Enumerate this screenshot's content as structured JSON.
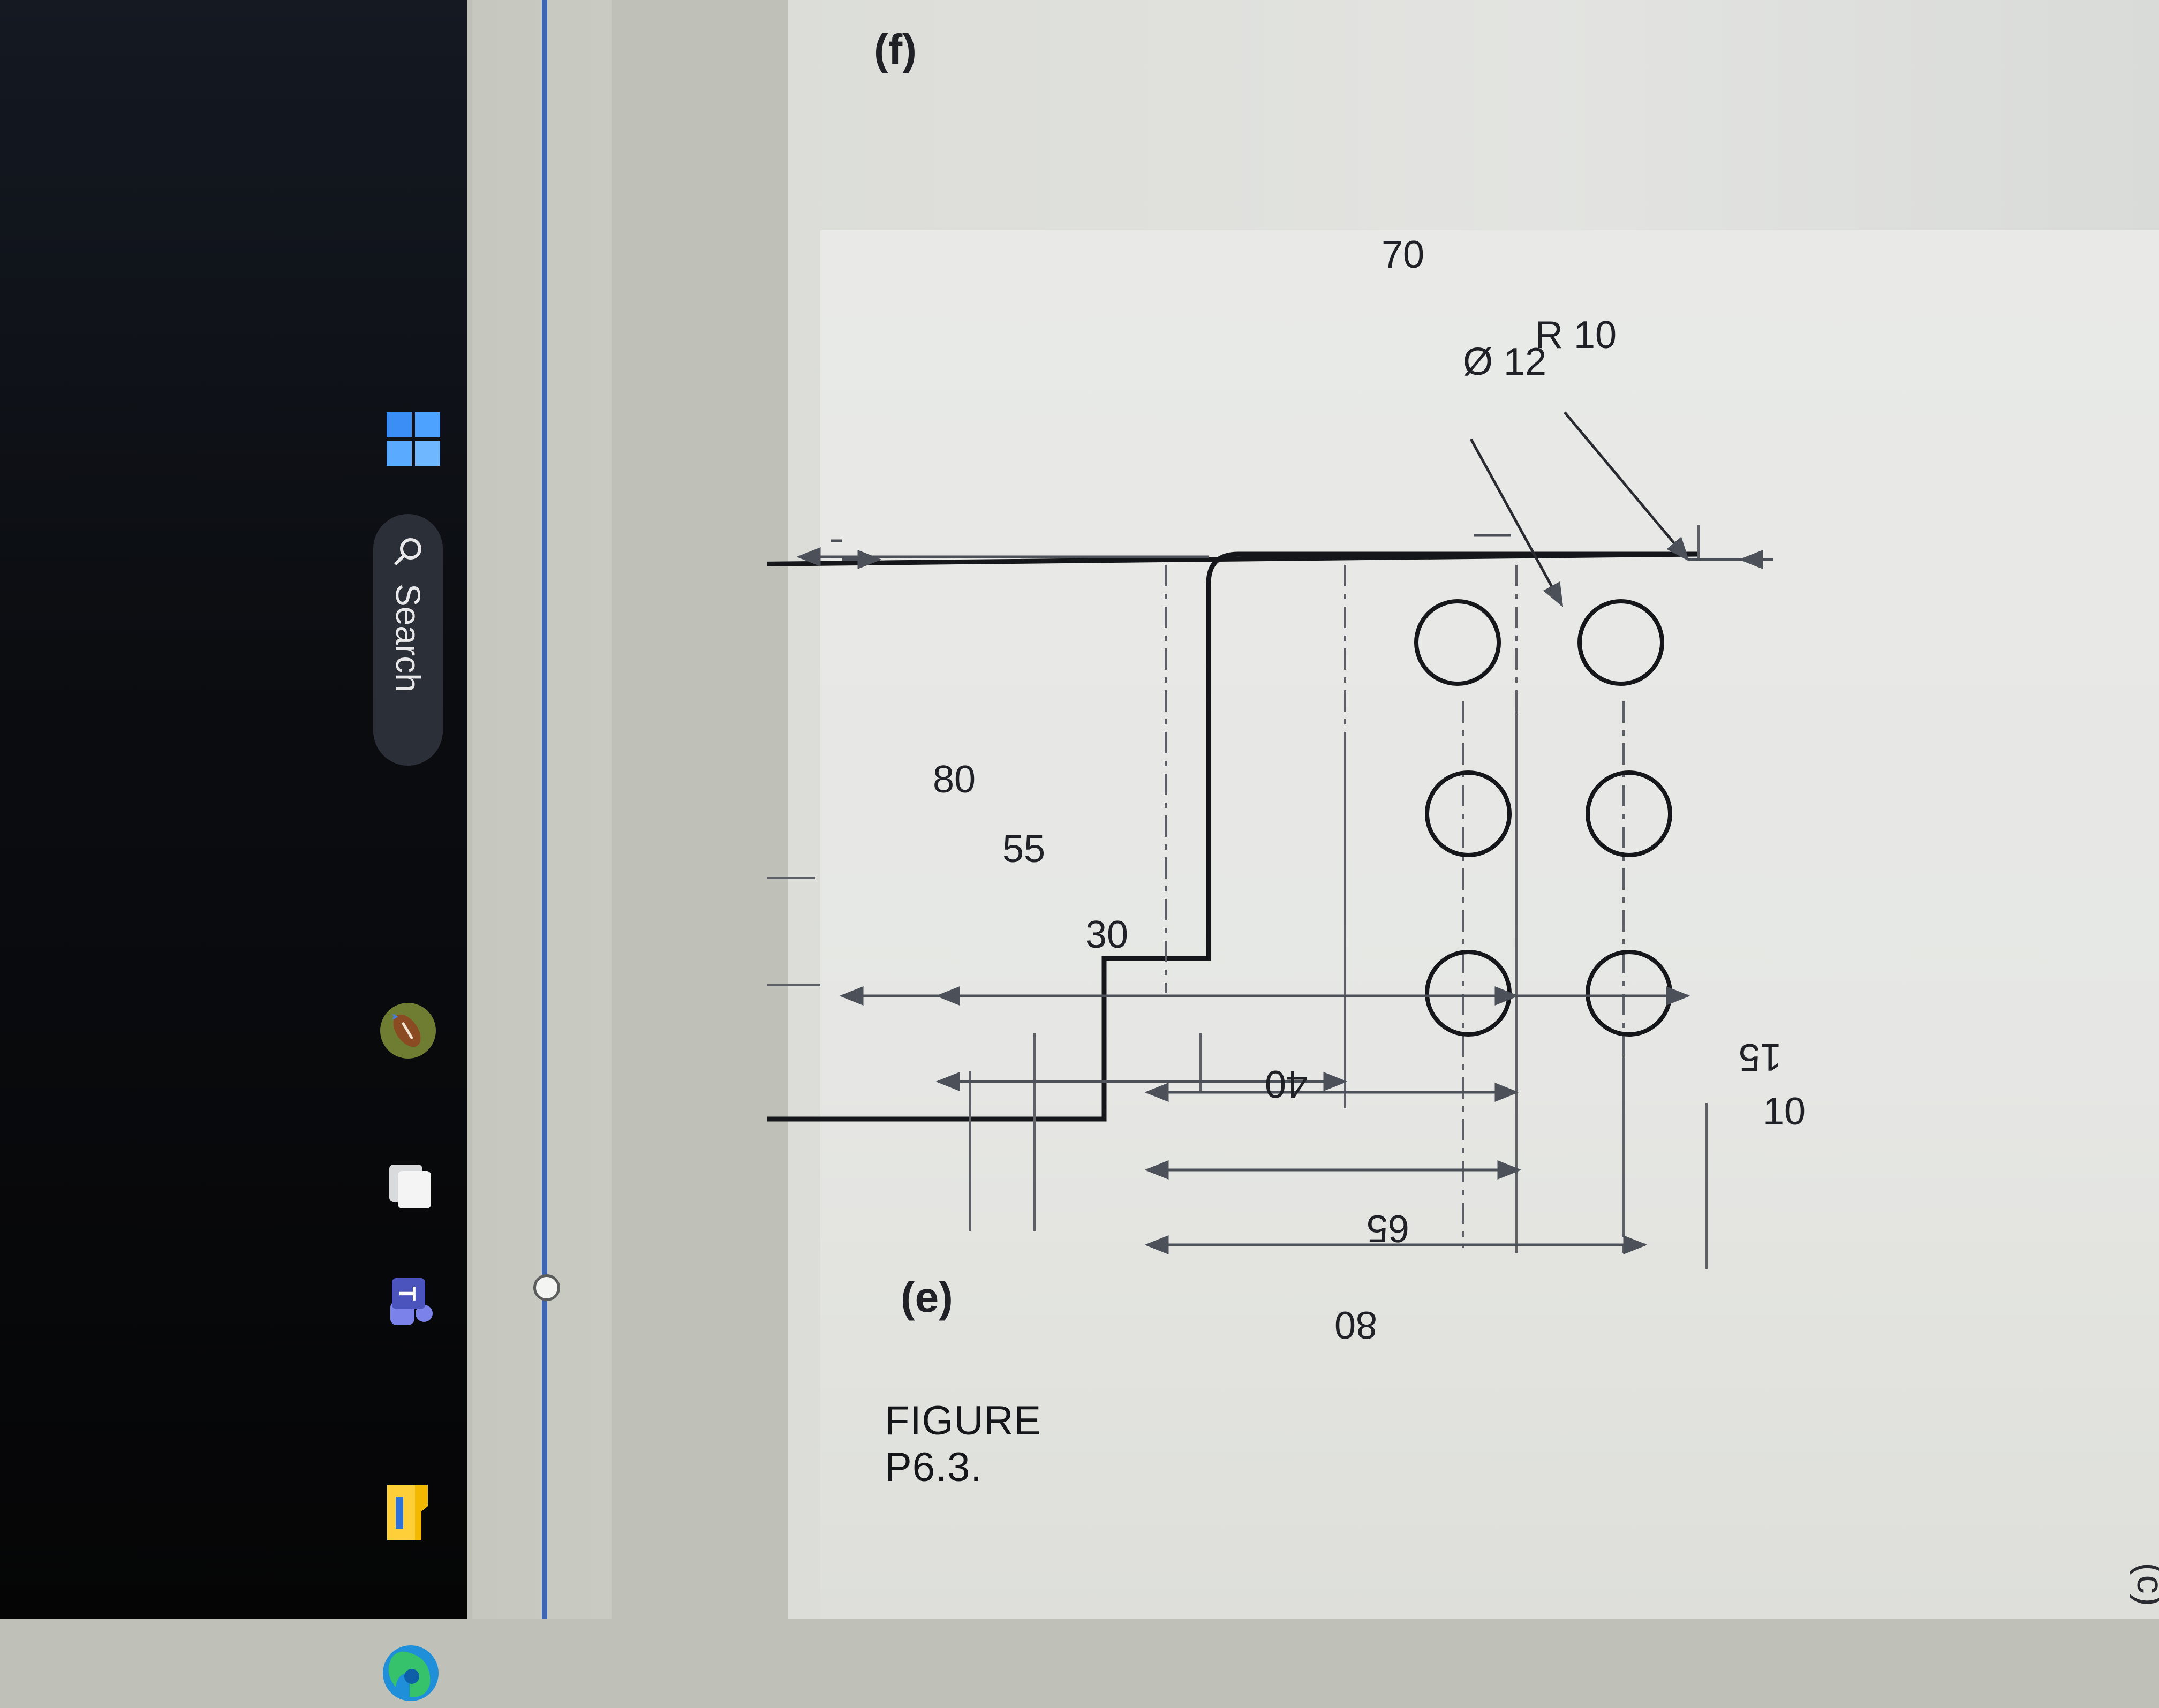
{
  "figure": {
    "title": "FIGURE P6.3.",
    "label_e": "(e)",
    "label_f": "(f)",
    "fragment_top": "(c)",
    "fragment_right": "Ø"
  },
  "dimensions": {
    "d70": "70",
    "r10": "R 10",
    "dia12": "Ø 12",
    "d15": "15",
    "d10": "10",
    "d30": "30",
    "d55": "55",
    "d80_bottom": "80",
    "d40": "40",
    "d65": "65",
    "d80_left": "80"
  },
  "taskbar": {
    "search_label": "Search",
    "icons": [
      "windows-start-icon",
      "search-icon",
      "widgets-icon",
      "task-view-icon",
      "teams-icon",
      "file-explorer-icon",
      "edge-icon"
    ]
  },
  "colors": {
    "taskbar": "#0b0d11",
    "slider_accent": "#3d64b0",
    "ink": "#15161a",
    "dim_line": "#5d6066"
  }
}
